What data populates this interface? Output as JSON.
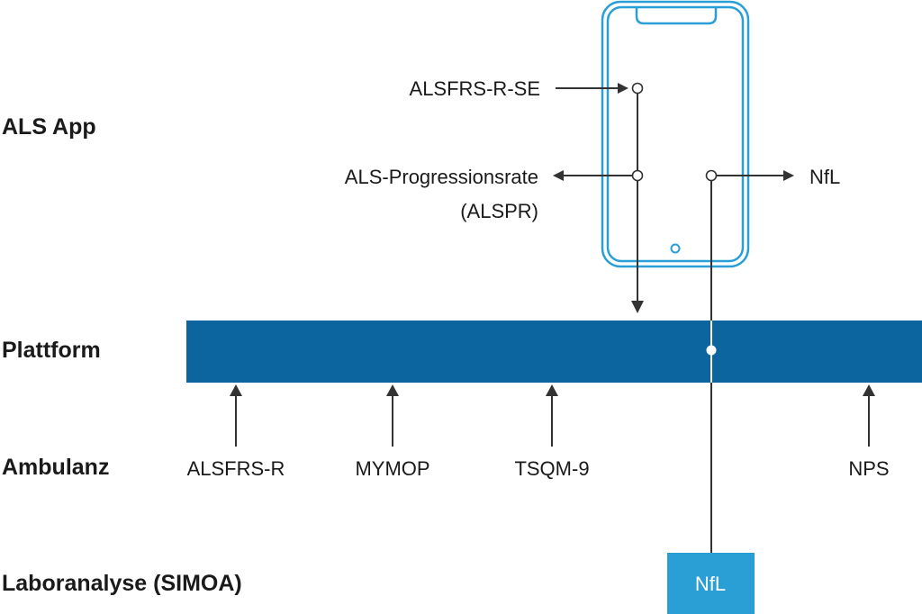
{
  "rows": {
    "app": "ALS App",
    "platform": "Plattform",
    "ambulanz": "Ambulanz",
    "labor": "Laboranalyse (SIMOA)"
  },
  "app_nodes": {
    "alsfrs_se": "ALSFRS-R-SE",
    "progression_line1": "ALS-Progressionsrate",
    "progression_line2": "(ALSPR)",
    "nfl": "NfL"
  },
  "ambulanz_items": [
    "ALSFRS-R",
    "MYMOP",
    "TSQM-9",
    "NPS"
  ],
  "lab_box": "NfL",
  "colors": {
    "platform_bar": "#0d659f",
    "phone_outline": "#2a9fd6",
    "lab_box": "#2a9fd6",
    "lines": "#333333"
  }
}
